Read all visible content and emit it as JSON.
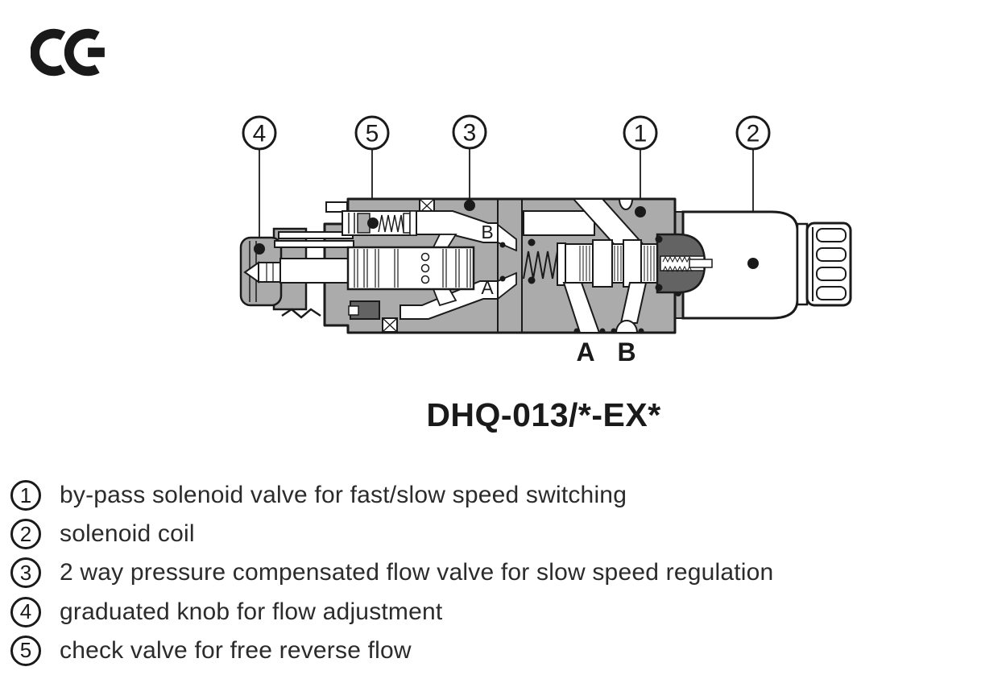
{
  "header": {
    "ce_mark_label": "CE"
  },
  "diagram": {
    "title": "DHQ-013/*-EX*",
    "callouts": [
      {
        "number": "4"
      },
      {
        "number": "5"
      },
      {
        "number": "3"
      },
      {
        "number": "1"
      },
      {
        "number": "2"
      }
    ],
    "internal_labels": {
      "channel_b": "B",
      "channel_a": "A"
    },
    "port_labels": {
      "a": "A",
      "b": "B"
    },
    "colors": {
      "body_gray": "#ababab",
      "dark_gray": "#636363",
      "outline": "#1a1a1a"
    }
  },
  "legend": {
    "items": [
      {
        "number": "1",
        "text": "by-pass solenoid valve for fast/slow speed switching"
      },
      {
        "number": "2",
        "text": "solenoid coil"
      },
      {
        "number": "3",
        "text": "2 way pressure compensated flow valve for slow speed regulation"
      },
      {
        "number": "4",
        "text": "graduated knob for flow adjustment"
      },
      {
        "number": "5",
        "text": "check valve for free reverse flow"
      }
    ]
  }
}
